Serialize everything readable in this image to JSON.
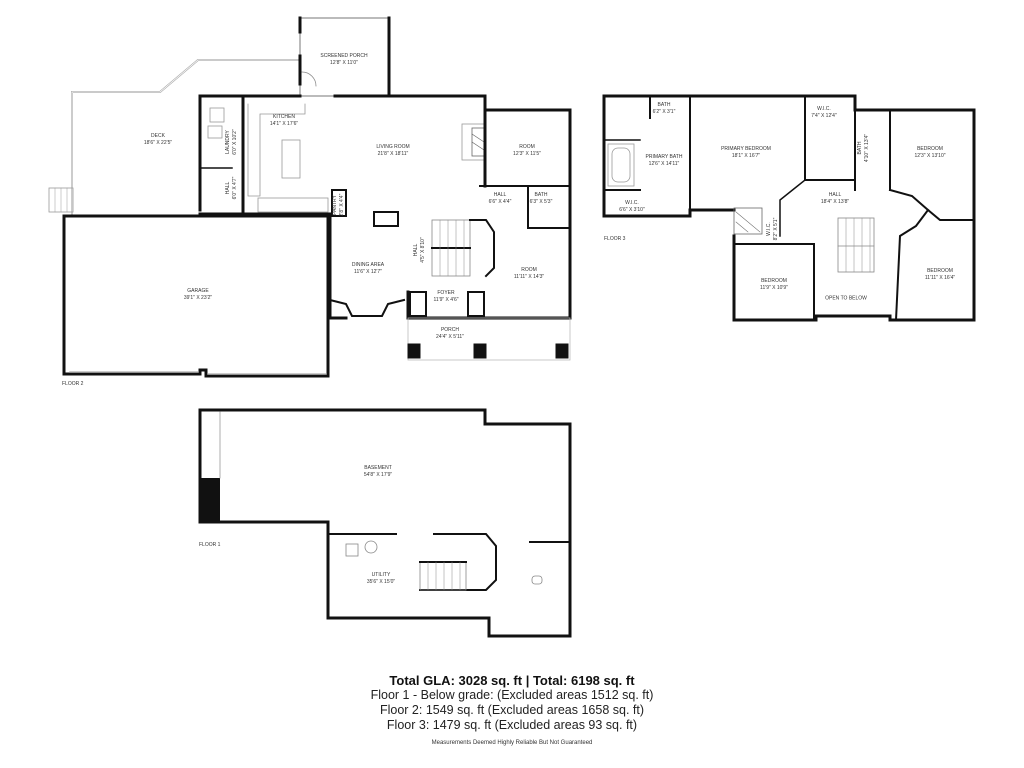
{
  "floors": {
    "floor2": {
      "tag": "FLOOR 2",
      "rooms": [
        {
          "name": "SCREENED PORCH",
          "dims": "12'8\" X 11'0\""
        },
        {
          "name": "DECK",
          "dims": "18'6\" X 22'5\""
        },
        {
          "name": "KITCHEN",
          "dims": "14'1\" X 17'6\""
        },
        {
          "name": "LAUNDRY",
          "dims": "6'0\" X 10'2\""
        },
        {
          "name": "HALL",
          "dims": "6'0\" X 4'7\""
        },
        {
          "name": "LIVING ROOM",
          "dims": "21'8\" X 18'11\""
        },
        {
          "name": "ROOM",
          "dims": "12'3\" X 11'5\""
        },
        {
          "name": "PANTRY",
          "dims": "2'8\" X 4'4\""
        },
        {
          "name": "HALL",
          "dims": "6'6\" X 4'4\""
        },
        {
          "name": "BATH",
          "dims": "6'3\" X 5'3\""
        },
        {
          "name": "HALL",
          "dims": "4'5\" X 8'10\""
        },
        {
          "name": "DINING AREA",
          "dims": "11'6\" X 12'7\""
        },
        {
          "name": "ROOM",
          "dims": "11'11\" X 14'3\""
        },
        {
          "name": "FOYER",
          "dims": "11'9\" X 4'6\""
        },
        {
          "name": "PORCH",
          "dims": "24'4\" X 5'11\""
        },
        {
          "name": "GARAGE",
          "dims": "39'1\" X 23'2\""
        }
      ]
    },
    "floor3": {
      "tag": "FLOOR 3",
      "rooms": [
        {
          "name": "BATH",
          "dims": "6'2\" X 3'1\""
        },
        {
          "name": "PRIMARY BATH",
          "dims": "12'6\" X 14'11\""
        },
        {
          "name": "W.I.C.",
          "dims": "6'6\" X 3'10\""
        },
        {
          "name": "PRIMARY BEDROOM",
          "dims": "18'1\" X 16'7\""
        },
        {
          "name": "W.I.C.",
          "dims": "7'4\" X 12'4\""
        },
        {
          "name": "BATH",
          "dims": "4'10\" X 13'4\""
        },
        {
          "name": "BEDROOM",
          "dims": "12'3\" X 13'10\""
        },
        {
          "name": "HALL",
          "dims": "18'4\" X 13'8\""
        },
        {
          "name": "W.I.C.",
          "dims": "8'2\" X 5'1\""
        },
        {
          "name": "BEDROOM",
          "dims": "11'9\" X 10'9\""
        },
        {
          "name": "OPEN TO BELOW",
          "dims": ""
        },
        {
          "name": "BEDROOM",
          "dims": "11'11\" X 16'4\""
        }
      ]
    },
    "floor1": {
      "tag": "FLOOR 1",
      "rooms": [
        {
          "name": "BASEMENT",
          "dims": "54'8\" X 17'9\""
        },
        {
          "name": "UTILITY",
          "dims": "35'6\" X 15'0\""
        }
      ]
    }
  },
  "summary": {
    "total": "Total GLA: 3028 sq. ft | Total: 6198 sq. ft",
    "floor1": "Floor 1 - Below grade: (Excluded areas 1512 sq. ft)",
    "floor2": "Floor 2: 1549 sq. ft (Excluded areas 1658 sq. ft)",
    "floor3": "Floor 3: 1479 sq. ft (Excluded areas 93 sq. ft)",
    "disclaimer": "Measurements Deemed Highly Reliable But Not Guaranteed"
  },
  "colors": {
    "wall": "#111111",
    "window": "#cfcfcf",
    "fixture": "#999999"
  }
}
